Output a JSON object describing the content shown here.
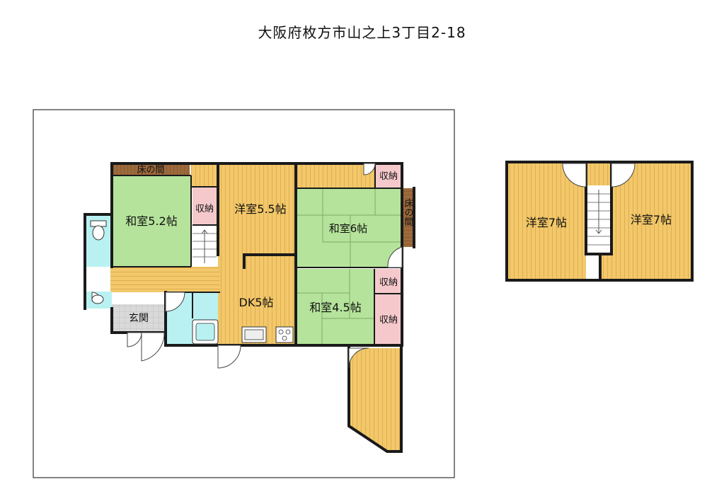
{
  "title": "大阪府枚方市山之上3丁目2-18",
  "rooms": {
    "washitsu_52": "和室5.2帖",
    "yoshitsu_55": "洋室5.5帖",
    "washitsu_6": "和室6帖",
    "washitsu_45": "和室4.5帖",
    "dk5": "DK5帖",
    "genkan": "玄関",
    "tokonoma_top": "床の間",
    "tokonoma_side": "床の間",
    "shuno_1": "収納",
    "shuno_2": "収納",
    "shuno_3": "収納",
    "shuno_4": "収納",
    "yoshitsu_7a": "洋室7帖",
    "yoshitsu_7b": "洋室7帖"
  },
  "colors": {
    "wood": "#f2c86a",
    "wood_line": "#d9a94a",
    "tatami": "#b5e39b",
    "tatami_line": "#7fa86a",
    "storage": "#f5c9cc",
    "water": "#b9f1f2",
    "tokonoma": "#9c6a3c",
    "genkan": "#d7d7d7",
    "wall": "#1a1a1a"
  }
}
